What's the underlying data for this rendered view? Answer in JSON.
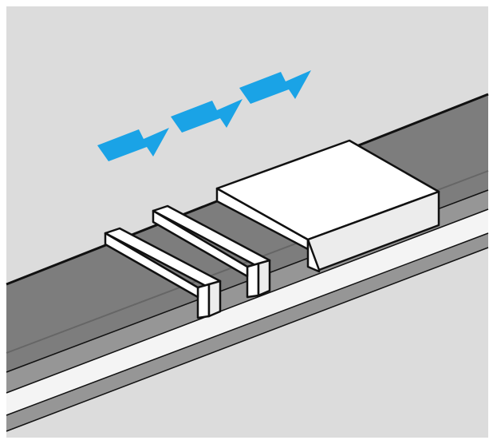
{
  "colors": {
    "page_background": "#ffffff",
    "scene_background": "#dcdcdc",
    "belt_top": "#7d7d7d",
    "belt_side": "#969696",
    "rail_light": "#f4f4f4",
    "guide_groove": "#666666",
    "slider_face": "#ffffff",
    "slider_shade": "#ececec",
    "outline": "#111111",
    "arrow": "#1aa3e6"
  },
  "diagram": {
    "belt": {
      "name": "linear-guide-belt"
    },
    "sliders": [
      {
        "name": "slider-bar-1",
        "kind": "small-bracket"
      },
      {
        "name": "slider-bar-2",
        "kind": "small-bracket"
      },
      {
        "name": "carriage-block",
        "kind": "flat-block"
      }
    ],
    "direction_arrows": [
      {
        "name": "direction-arrow-1",
        "icon": "arrow-right-up-icon"
      },
      {
        "name": "direction-arrow-2",
        "icon": "arrow-right-up-icon"
      },
      {
        "name": "direction-arrow-3",
        "icon": "arrow-right-up-icon"
      }
    ]
  }
}
